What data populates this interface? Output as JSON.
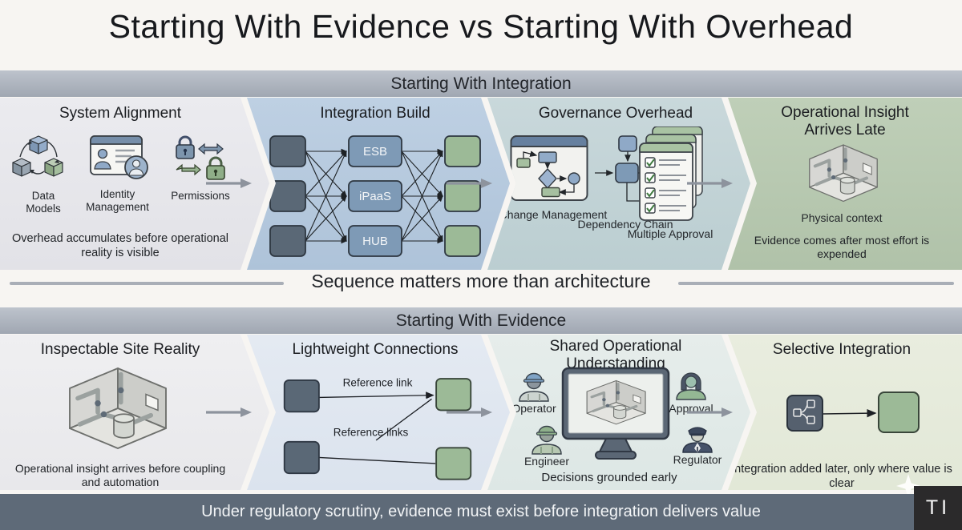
{
  "title": "Starting With Evidence vs Starting With Overhead",
  "colors": {
    "band_header_bg": "#a8afba",
    "footer_bg": "#5e6a78",
    "slate_box": "#5a6876",
    "green_box": "#9cba97",
    "mid_node_box": "#7e9ab6",
    "panel_integration_blue": "#b7cade",
    "panel_governance_teal": "#c3d3d6",
    "panel_insight_green": "#b6c7af",
    "panel_alignment_gray": "#e9e9ed"
  },
  "top_band": {
    "header": "Starting With Integration",
    "panels": [
      {
        "title": "System Alignment",
        "icons": [
          "cubes-cycle-icon",
          "id-card-icon",
          "locks-arrows-icon"
        ],
        "icon_labels": [
          "Data Models",
          "Identity Management",
          "Permissions"
        ],
        "caption": "Overhead accumulates before operational reality is visible"
      },
      {
        "title": "Integration Build",
        "nodes": [
          "ESB",
          "iPaaS",
          "HUB"
        ]
      },
      {
        "title": "Governance Overhead",
        "icons": [
          "flowchart-window-icon",
          "dependency-chain-icon",
          "approval-stack-icon"
        ],
        "icon_labels": [
          "Change Management",
          "Dependency Chain",
          "Multiple Approval"
        ]
      },
      {
        "title": "Operational Insight Arrives Late",
        "icons": [
          "isometric-room-icon"
        ],
        "icon_label": "Physical context",
        "caption": "Evidence comes after most effort is expended"
      }
    ]
  },
  "divider": {
    "label": "Sequence matters more than architecture"
  },
  "bottom_band": {
    "header": "Starting With Evidence",
    "panels": [
      {
        "title": "Inspectable Site Reality",
        "icons": [
          "isometric-room-icon"
        ],
        "caption": "Operational insight arrives before coupling and automation"
      },
      {
        "title": "Lightweight Connections",
        "link_labels": [
          "Reference link",
          "Reference links"
        ]
      },
      {
        "title": "Shared Operational Understanding",
        "icons": [
          "monitor-room-icon",
          "operator-icon",
          "engineer-icon",
          "approval-person-icon",
          "regulator-icon"
        ],
        "roles": [
          "Operator",
          "Engineer",
          "Approval",
          "Regulator"
        ],
        "caption": "Decisions grounded early"
      },
      {
        "title": "Selective Integration",
        "icons": [
          "branch-node-icon"
        ],
        "caption": "Integration added later, only where value is clear"
      }
    ]
  },
  "footer": {
    "label": "Under regulatory scrutiny, evidence must exist before integration delivers value"
  },
  "logo": {
    "text": "TI"
  }
}
